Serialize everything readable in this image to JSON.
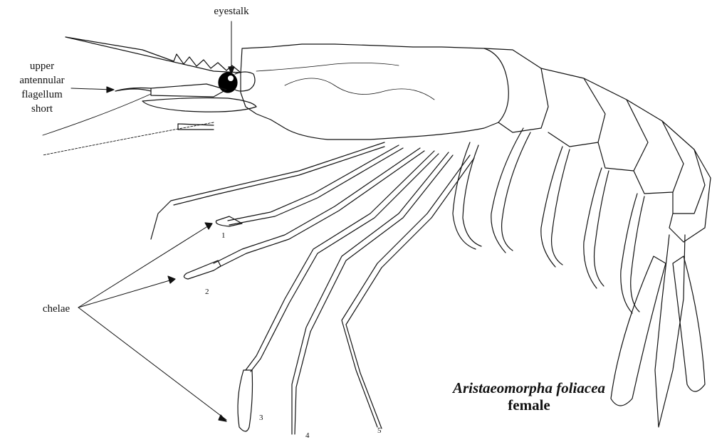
{
  "labels": {
    "eyestalk": "eyestalk",
    "antennule_line1": "upper",
    "antennule_line2": "antennular",
    "antennule_line3": "flagellum",
    "antennule_line4": "short",
    "chelae": "chelae"
  },
  "leg_numbers": [
    "1",
    "2",
    "3",
    "4",
    "5"
  ],
  "species_name": "Aristaeomorpha foliacea",
  "sex": "female",
  "colors": {
    "ink": "#111111",
    "paper": "#ffffff",
    "eye": "#000000"
  }
}
